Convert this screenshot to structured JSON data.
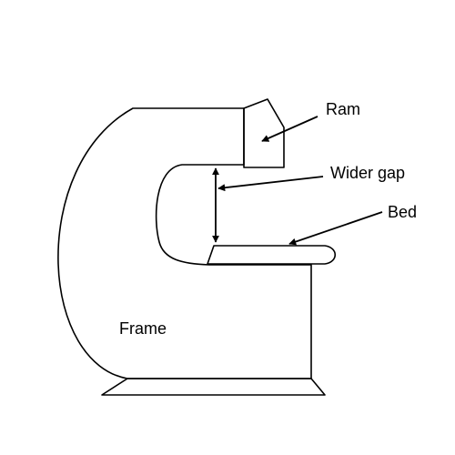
{
  "diagram": {
    "labels": {
      "ram": "Ram",
      "gap": "Wider gap",
      "bed": "Bed",
      "frame": "Frame"
    }
  }
}
